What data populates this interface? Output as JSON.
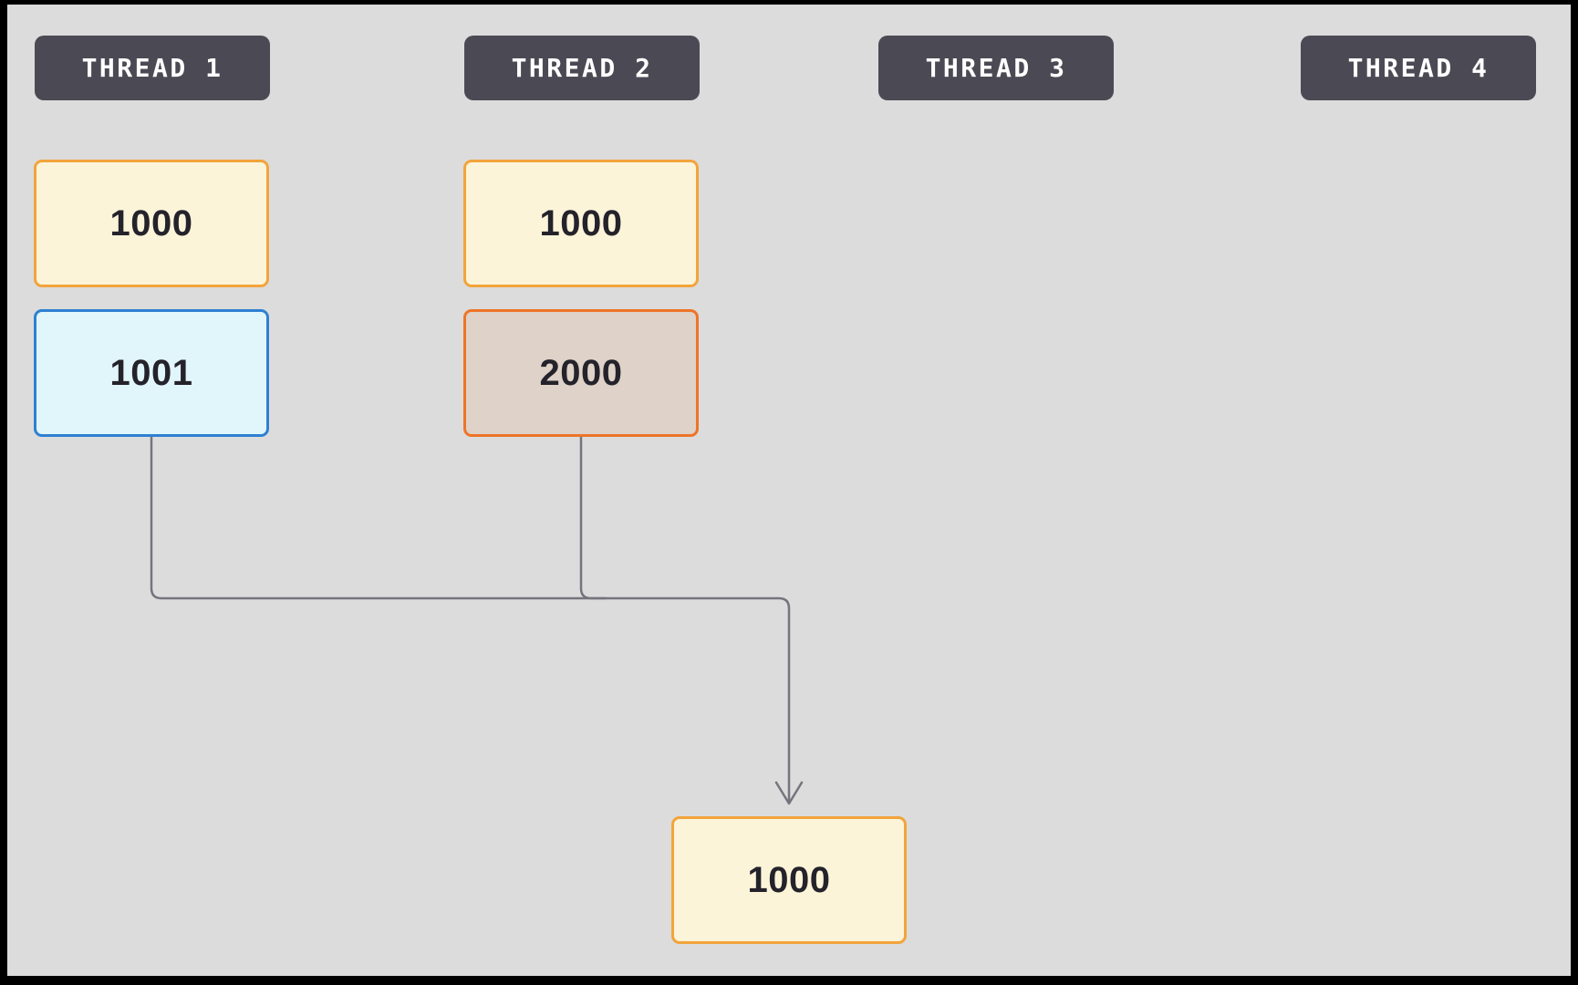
{
  "colors": {
    "frame": "#000000",
    "canvas_background": "#dcdcdc",
    "header_background": "#4b4a54",
    "header_text": "#ffffff",
    "cream_box_fill": "#fcf4d9",
    "cream_box_border": "#f2a43b",
    "cyan_box_fill": "#e1f6fb",
    "cyan_box_border": "#2e80d2",
    "tan_box_fill": "#ded2c9",
    "tan_box_border": "#ee7428",
    "value_text": "#24222a",
    "connector_line": "#75747e"
  },
  "threads": [
    {
      "label": "THREAD 1",
      "boxes": [
        {
          "value": "1000",
          "style": "cream"
        },
        {
          "value": "1001",
          "style": "cyan"
        }
      ]
    },
    {
      "label": "THREAD 2",
      "boxes": [
        {
          "value": "1000",
          "style": "cream"
        },
        {
          "value": "2000",
          "style": "tan"
        }
      ]
    },
    {
      "label": "THREAD 3",
      "boxes": []
    },
    {
      "label": "THREAD 4",
      "boxes": []
    }
  ],
  "result_box": {
    "value": "1000",
    "style": "cream"
  },
  "connectors": {
    "sources": [
      "1001",
      "2000"
    ],
    "target": "1000"
  }
}
